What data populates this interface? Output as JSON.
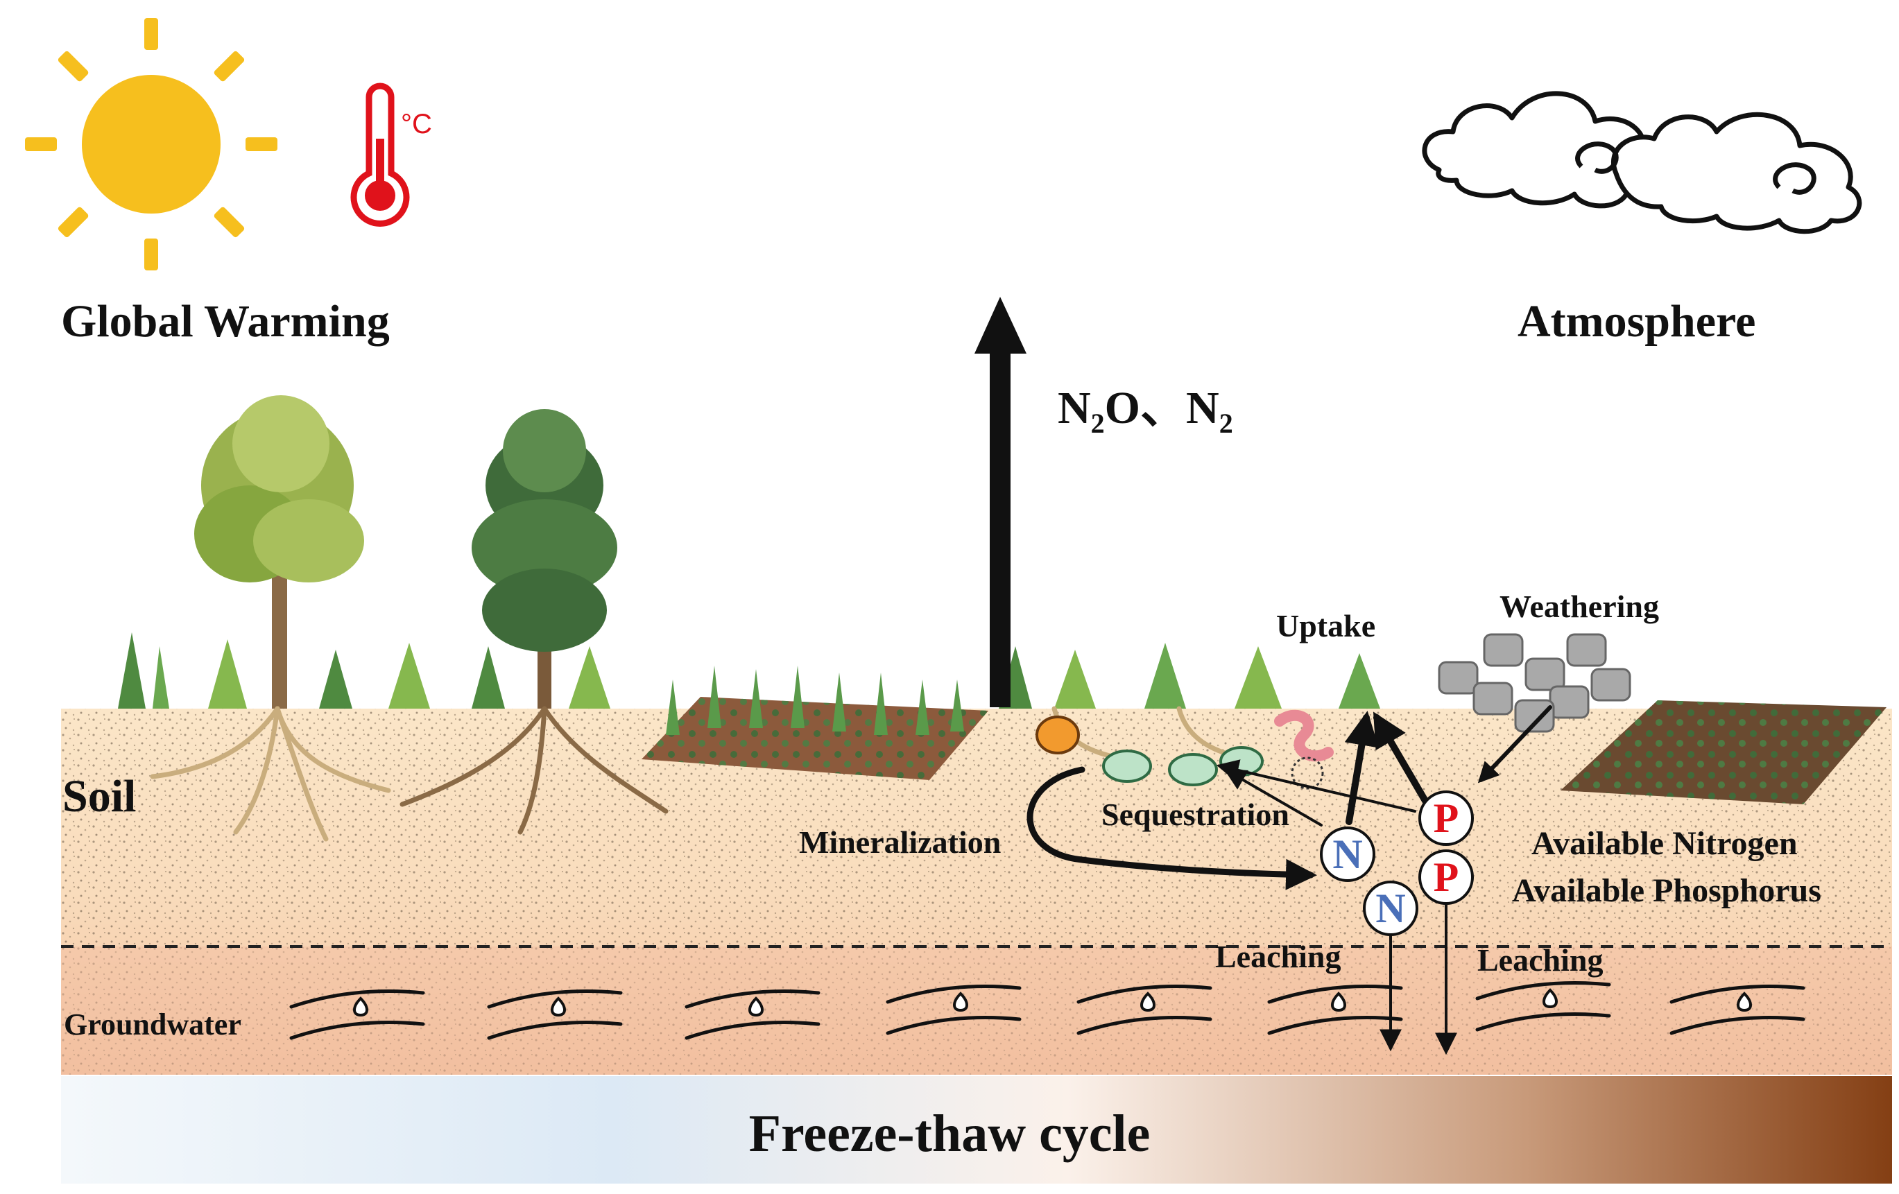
{
  "labels": {
    "global_warming": "Global Warming",
    "temperature_unit": "°C",
    "atmosphere": "Atmosphere",
    "gas_n2o": "N",
    "gas_n2o_sub": "2",
    "gas_n2o_o": "O",
    "gas_sep": "、",
    "gas_n2": "N",
    "gas_n2_sub": "2",
    "soil": "Soil",
    "groundwater": "Groundwater",
    "mineralization": "Mineralization",
    "sequestration": "Sequestration",
    "uptake": "Uptake",
    "weathering": "Weathering",
    "available_nitrogen": "Available Nitrogen",
    "available_phosphorus": "Available Phosphorus",
    "leaching_left": "Leaching",
    "leaching_right": "Leaching",
    "freeze_thaw": "Freeze-thaw cycle"
  },
  "nutrients": {
    "n1": "N",
    "n2": "N",
    "p1": "P",
    "p2": "P"
  },
  "colors": {
    "sun": "#f6bf1e",
    "thermometer": "#e0121b",
    "soil_top": "#fbe4c4",
    "soil_bottom": "#f3c6a4",
    "gradient_cold": "#e4eff8",
    "gradient_hot": "#8a4a1c",
    "nitrogen": "#4a6fb8",
    "phosphorus": "#e0121b"
  },
  "icons": [
    "sun-icon",
    "thermometer-icon",
    "cloud-icon",
    "tree-icon",
    "crop-field-icon",
    "microbe-icon",
    "rock-icon",
    "water-drop-icon"
  ]
}
